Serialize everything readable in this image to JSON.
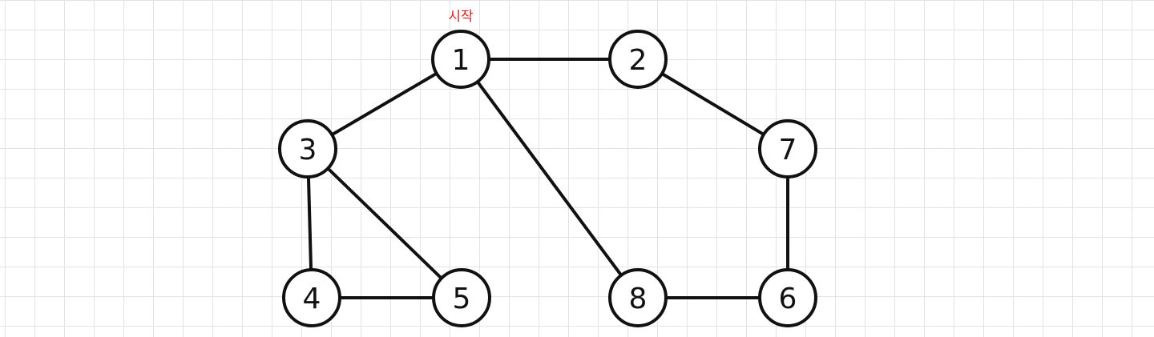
{
  "diagram": {
    "start_label": "시작",
    "start_node": "1",
    "colors": {
      "start_fill": "#f7f1a6",
      "start_label": "#d62020",
      "node_fill": "#ffffff",
      "stroke": "#111111"
    },
    "nodes": [
      {
        "id": "1",
        "label": "1"
      },
      {
        "id": "2",
        "label": "2"
      },
      {
        "id": "3",
        "label": "3"
      },
      {
        "id": "4",
        "label": "4"
      },
      {
        "id": "5",
        "label": "5"
      },
      {
        "id": "6",
        "label": "6"
      },
      {
        "id": "7",
        "label": "7"
      },
      {
        "id": "8",
        "label": "8"
      }
    ],
    "edges": [
      {
        "from": "1",
        "to": "2"
      },
      {
        "from": "1",
        "to": "3"
      },
      {
        "from": "1",
        "to": "8"
      },
      {
        "from": "2",
        "to": "7"
      },
      {
        "from": "3",
        "to": "4"
      },
      {
        "from": "3",
        "to": "5"
      },
      {
        "from": "4",
        "to": "5"
      },
      {
        "from": "7",
        "to": "6"
      },
      {
        "from": "8",
        "to": "6"
      }
    ]
  }
}
